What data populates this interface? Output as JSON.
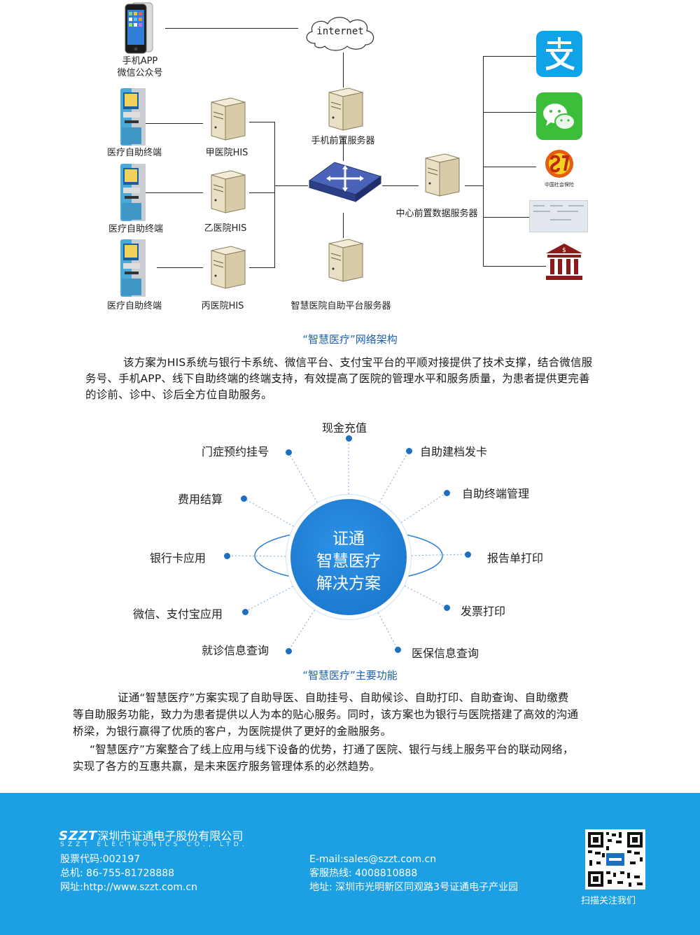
{
  "network": {
    "internet_label": "internet",
    "phone_label_1": "手机APP",
    "phone_label_2": "微信公众号",
    "kiosk_label": "医疗自助终端",
    "his_a": "甲医院HIS",
    "his_b": "乙医院HIS",
    "his_c": "丙医院HIS",
    "mobile_server": "手机前置服务器",
    "center_server": "中心前置数据服务器",
    "platform_server": "智慧医院自助平台服务器",
    "social_insurance_logo": "中国社会保险",
    "caption": "“智慧医疗”网络架构"
  },
  "paragraph1": {
    "line1": "该方案为HIS系统与银行卡系统、微信平台、支付宝平台的平顺对接提供了技术支撑，结合微信服",
    "line2": "务号、手机APP、线下自助终端的终端支持，有效提高了医院的管理水平和服务质量，为患者提供更完善",
    "line3": "的诊前、诊中、诊后全方位自助服务。"
  },
  "functions": {
    "center_1": "证通",
    "center_2": "智慧医疗",
    "center_3": "解决方案",
    "items": [
      "现金充值",
      "自助建档发卡",
      "自助终端管理",
      "报告单打印",
      "发票打印",
      "医保信息查询",
      "就诊信息查询",
      "微信、支付宝应用",
      "银行卡应用",
      "费用结算",
      "门症预约挂号"
    ],
    "caption": "“智慧医疗”主要功能"
  },
  "paragraph2": {
    "line1": "证通“智慧医疗”方案实现了自助导医、自助挂号、自助候诊、自助打印、自助查询、自助缴费",
    "line2": "等自助服务功能，致力为患者提供以人为本的贴心服务。同时，该方案也为银行与医院搭建了高效的沟通",
    "line3": "桥梁，为银行赢得了优质的客户，为医院提供了更好的金融服务。"
  },
  "paragraph3": {
    "line1": "“智慧医疗”方案整合了线上应用与线下设备的优势，打通了医院、银行与线上服务平台的联动网络，",
    "line2": "实现了各方的互惠共赢，是未来医疗服务管理体系的必然趋势。"
  },
  "footer": {
    "brand": "SZZT",
    "company": "深圳市证通电子股份有限公司",
    "company_en": "SZZT ELECTRONICS CO., LTD.",
    "stock": "股票代码:002197",
    "phone": "总机:  86-755-81728888",
    "website": "网址:http://www.szzt.com.cn",
    "email": "E-mail:sales@szzt.com.cn",
    "hotline": "客服热线:  4008810888",
    "address": "地址:  深圳市光明新区同观路3号证通电子产业园",
    "qr_caption": "扫描关注我们"
  },
  "colors": {
    "accent": "#1a5fb4",
    "footer_bg": "#1c9fe3",
    "circle": "#1e7fd6"
  }
}
